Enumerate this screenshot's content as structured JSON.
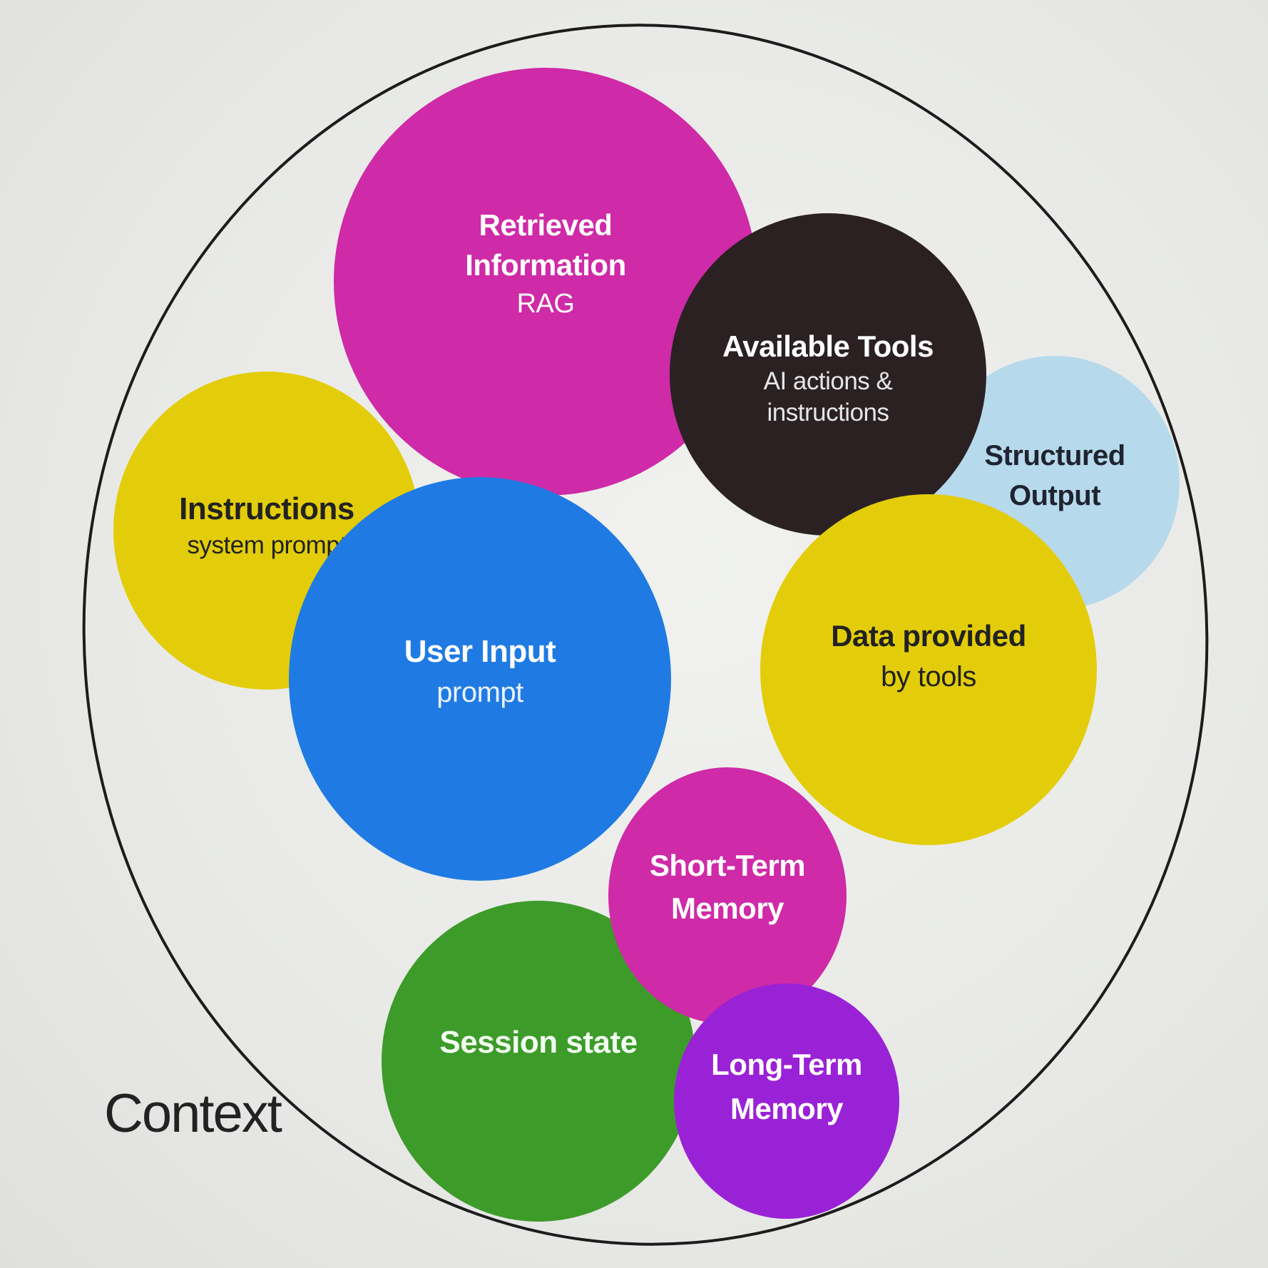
{
  "context_label": "Context",
  "colors": {
    "outline": "#1c1c1c",
    "magenta": "#cf2aa7",
    "black": "#2b2123",
    "light_blue": "#b7d9ec",
    "yellow": "#e3cd0a",
    "blue": "#1f7be3",
    "green": "#3d9b2a",
    "purple": "#9a22d6"
  },
  "bubbles": [
    {
      "id": "retrieved-information",
      "title": [
        "Retrieved",
        "Information"
      ],
      "subtitle": [
        "RAG"
      ],
      "color": "magenta",
      "text_color": "#ffffff",
      "sub_color": "#ffffff"
    },
    {
      "id": "structured-output",
      "title": [
        "Structured",
        "Output"
      ],
      "subtitle": [],
      "color": "light_blue",
      "text_color": "#1f2430",
      "sub_color": "#1f2430"
    },
    {
      "id": "available-tools",
      "title": [
        "Available Tools"
      ],
      "subtitle": [
        "AI actions &",
        "instructions"
      ],
      "color": "black",
      "text_color": "#ffffff",
      "sub_color": "#e6e6e6"
    },
    {
      "id": "instructions",
      "title": [
        "Instructions"
      ],
      "subtitle": [
        "system prompt"
      ],
      "color": "yellow",
      "text_color": "#222222",
      "sub_color": "#222222"
    },
    {
      "id": "user-input",
      "title": [
        "User Input"
      ],
      "subtitle": [
        "prompt"
      ],
      "color": "blue",
      "text_color": "#ffffff",
      "sub_color": "#eaf2ff"
    },
    {
      "id": "data-provided",
      "title": [
        "Data provided"
      ],
      "subtitle": [
        "by tools"
      ],
      "color": "yellow",
      "text_color": "#222222",
      "sub_color": "#222222"
    },
    {
      "id": "session-state",
      "title": [
        "Session state"
      ],
      "subtitle": [],
      "color": "green",
      "text_color": "#f2fff0",
      "sub_color": "#f2fff0"
    },
    {
      "id": "short-term-memory",
      "title": [
        "Short-Term",
        "Memory"
      ],
      "subtitle": [],
      "color": "magenta",
      "text_color": "#ffffff",
      "sub_color": "#ffffff"
    },
    {
      "id": "long-term-memory",
      "title": [
        "Long-Term",
        "Memory"
      ],
      "subtitle": [],
      "color": "purple",
      "text_color": "#ffffff",
      "sub_color": "#ffffff"
    }
  ]
}
